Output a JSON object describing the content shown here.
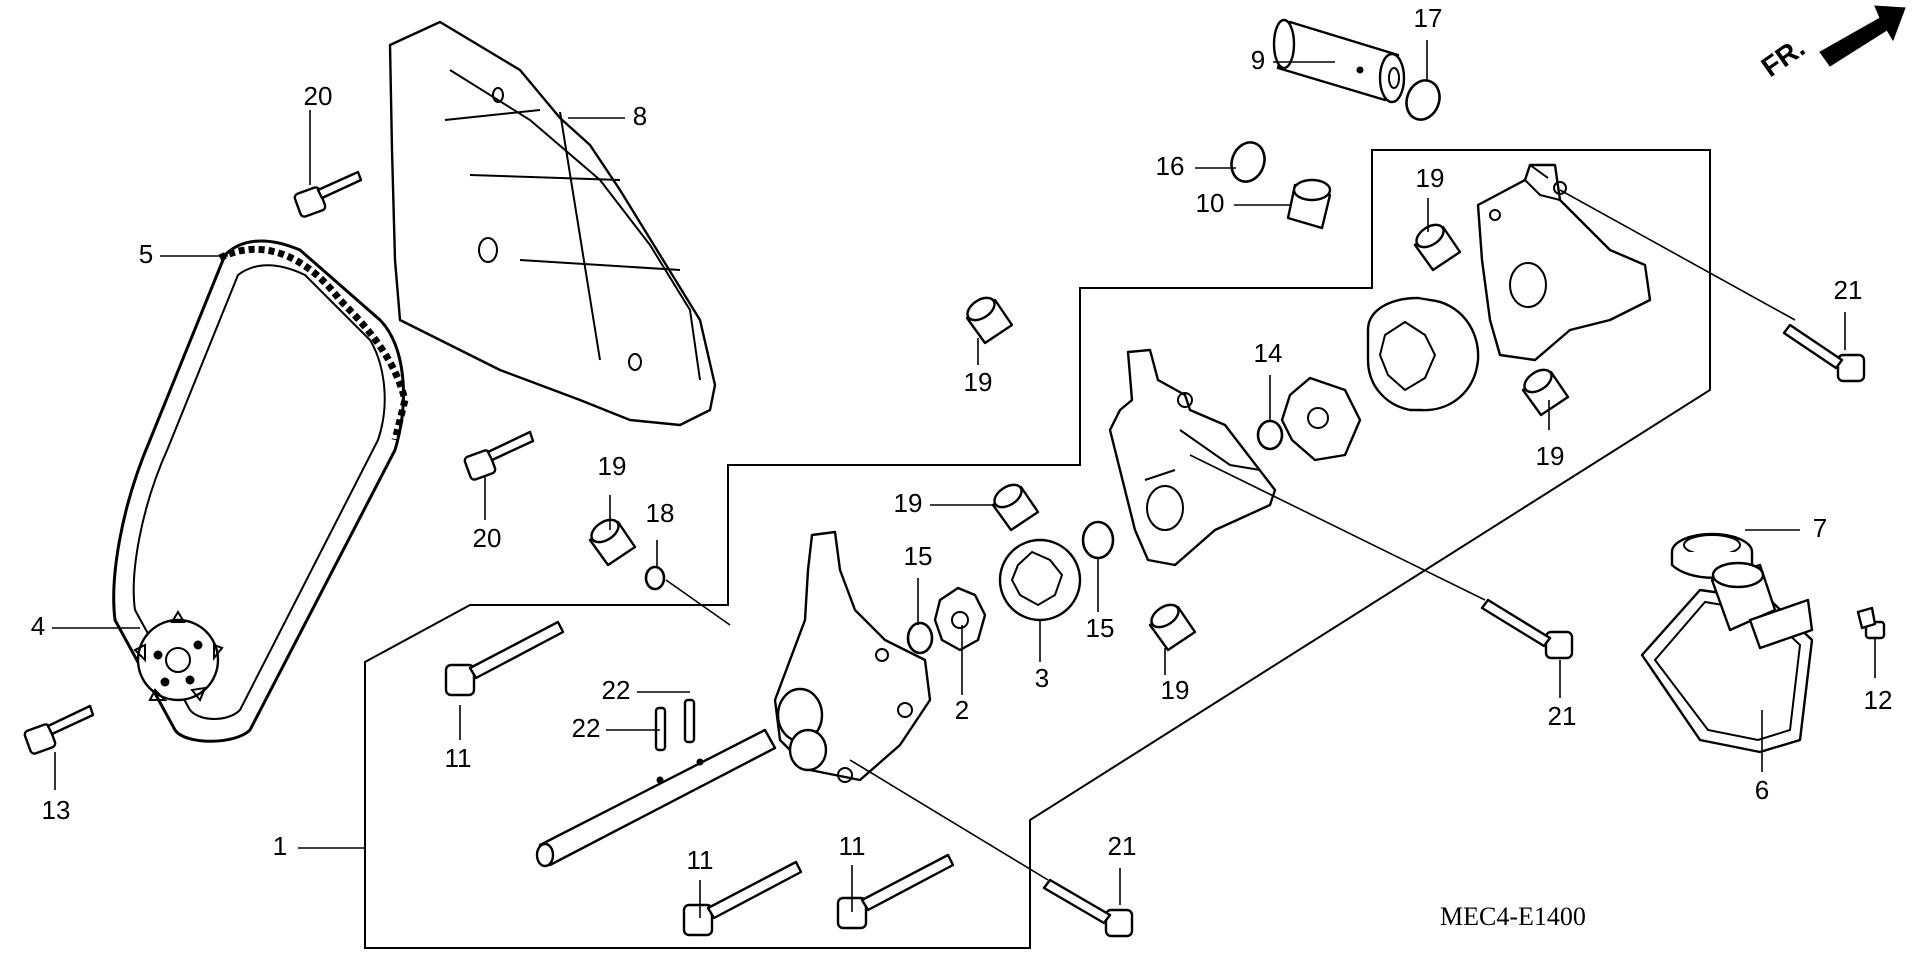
{
  "diagram": {
    "direction_label": "FR.",
    "code": "MEC4-E1400",
    "callouts": {
      "p1": "1",
      "p2": "2",
      "p3": "3",
      "p4": "4",
      "p5": "5",
      "p6": "6",
      "p7": "7",
      "p8": "8",
      "p9": "9",
      "p10": "10",
      "p11a": "11",
      "p11b": "11",
      "p11c": "11",
      "p12": "12",
      "p13": "13",
      "p14": "14",
      "p15a": "15",
      "p15b": "15",
      "p16": "16",
      "p17": "17",
      "p18": "18",
      "p19a": "19",
      "p19b": "19",
      "p19c": "19",
      "p19d": "19",
      "p19e": "19",
      "p19f": "19",
      "p20a": "20",
      "p20b": "20",
      "p21a": "21",
      "p21b": "21",
      "p21c": "21",
      "p22a": "22",
      "p22b": "22"
    }
  }
}
